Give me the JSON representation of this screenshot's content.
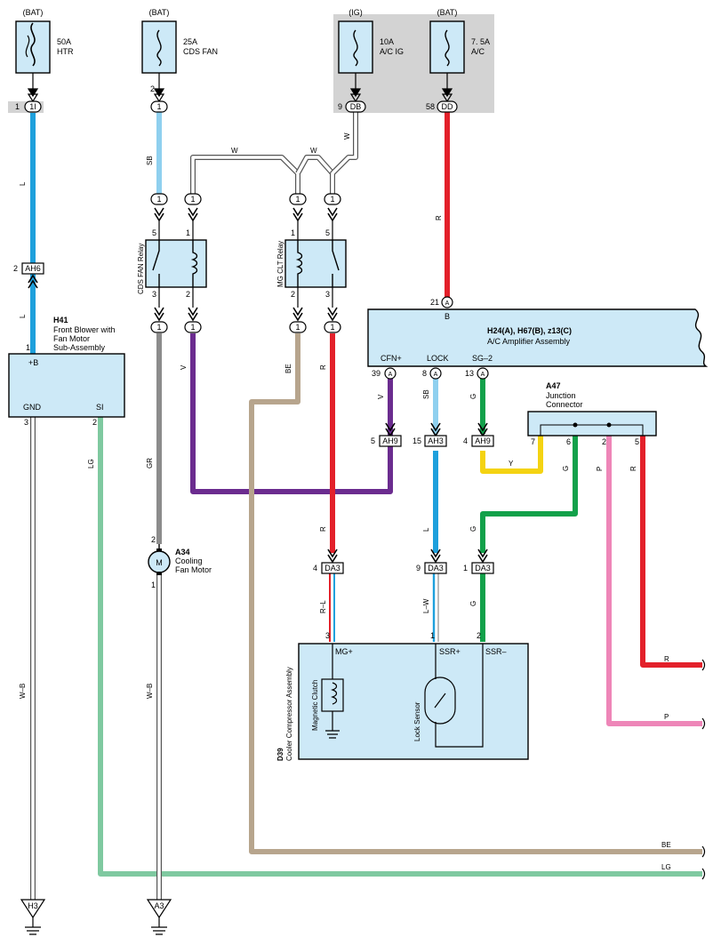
{
  "fuses": [
    {
      "source": "(BAT)",
      "amp": "50A",
      "name": "HTR",
      "pin": "1",
      "connector": "1I"
    },
    {
      "source": "(BAT)",
      "amp": "25A",
      "name": "CDS FAN",
      "pin": "2",
      "connector": "1"
    },
    {
      "source": "(IG)",
      "amp": "10A",
      "name": "A/C IG",
      "pin": "9",
      "connector": "DB"
    },
    {
      "source": "(BAT)",
      "amp": "7. 5A",
      "name": "A/C",
      "pin": "58",
      "connector": "DD"
    }
  ],
  "relays": {
    "cds_fan": {
      "name": "CDS FAN Relay",
      "pins": [
        "5",
        "1",
        "3",
        "2"
      ]
    },
    "mg_clt": {
      "name": "MG CLT Relay",
      "pins": [
        "1",
        "5",
        "2",
        "3"
      ]
    }
  },
  "blower": {
    "code": "H41",
    "name_lines": [
      "Front Blower with",
      "Fan Motor",
      "Sub-Assembly"
    ],
    "terminals": {
      "plus_b": "+B",
      "gnd": "GND",
      "si": "SI"
    },
    "pins": {
      "top": "1",
      "gnd": "3",
      "si": "2"
    },
    "inline_connector": {
      "pin": "2",
      "code": "AH6"
    }
  },
  "amplifier": {
    "code": "H24(A), H67(B), z13(C)",
    "name": "A/C Amplifier Assembly",
    "top_pin": {
      "num": "21",
      "letter": "A",
      "terminal": "B"
    },
    "terminals": [
      {
        "name": "CFN+",
        "pin": "39",
        "letter": "A"
      },
      {
        "name": "LOCK",
        "pin": "8",
        "letter": "A"
      },
      {
        "name": "SG–2",
        "pin": "13",
        "letter": "A"
      }
    ]
  },
  "junction": {
    "code": "A47",
    "name_lines": [
      "Junction",
      "Connector"
    ],
    "pins": [
      "7",
      "6",
      "2",
      "5"
    ]
  },
  "motor": {
    "code": "A34",
    "name_lines": [
      "Cooling",
      "Fan Motor"
    ],
    "symbol": "M",
    "pin_top": "2",
    "pin_bottom": "1"
  },
  "compressor": {
    "code": "D39",
    "name": "Cooler Compressor Assembly",
    "terminals": [
      {
        "name": "MG+",
        "pin": "3"
      },
      {
        "name": "SSR+",
        "pin": "1"
      },
      {
        "name": "SSR–",
        "pin": "2"
      }
    ],
    "clutch": "Magnetic Clutch",
    "sensor": "Lock Sensor"
  },
  "inline_connectors": [
    {
      "pin": "5",
      "code": "AH9"
    },
    {
      "pin": "15",
      "code": "AH3"
    },
    {
      "pin": "4",
      "code": "AH9"
    },
    {
      "pin": "4",
      "code": "DA3"
    },
    {
      "pin": "9",
      "code": "DA3"
    },
    {
      "pin": "1",
      "code": "DA3"
    }
  ],
  "relay_pins_top": [
    "1",
    "1",
    "1",
    "1"
  ],
  "relay_pins_bottom": [
    "1",
    "1",
    "1",
    "1"
  ],
  "grounds": {
    "h3": "H3",
    "a3": "A3"
  },
  "wire_labels": {
    "l": "L",
    "sb": "SB",
    "w": "W",
    "r": "R",
    "v": "V",
    "gr": "GR",
    "be": "BE",
    "lg": "LG",
    "wb": "W–B",
    "g": "G",
    "y": "Y",
    "p": "P",
    "rl": "R–L",
    "lw": "L–W"
  },
  "colors": {
    "L": "#1ea0dc",
    "SB": "#8fd0ef",
    "R": "#e3202a",
    "V": "#6b2c8f",
    "GR": "#8c8c8c",
    "BE": "#b7a58d",
    "LG": "#7fc9a0",
    "G": "#12a14a",
    "Y": "#f4d312",
    "P": "#ee86b8",
    "component_fill": "#cde9f7",
    "ig_panel": "#d3d3d3"
  }
}
